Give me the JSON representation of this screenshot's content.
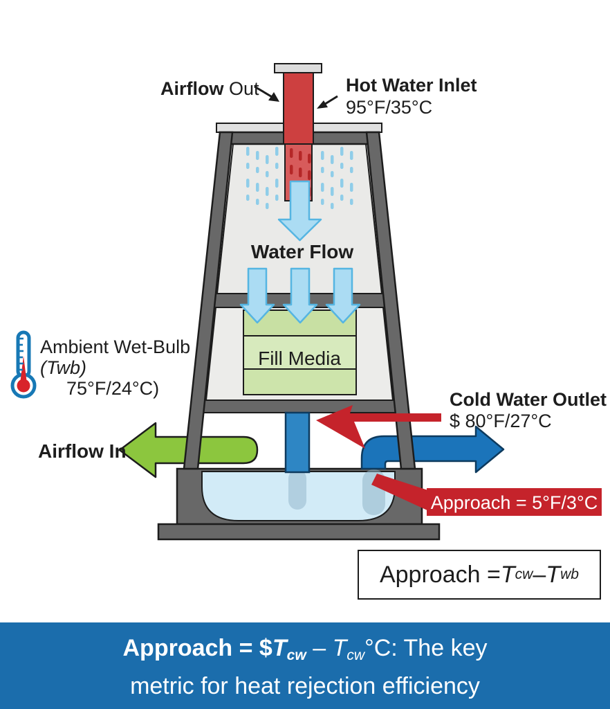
{
  "labels": {
    "airflow_out_bold": "Airflow",
    "airflow_out_rest": " Out",
    "hot_water_title": "Hot Water Inlet",
    "hot_water_value": "95°F/35°C",
    "water_flow": "Water Flow",
    "fill_media": "Fill Media",
    "wet_bulb_line1": "Ambient Wet-Bulb",
    "wet_bulb_line2": "(Twb)",
    "wet_bulb_line3": "75°F/24°C)",
    "airflow_in": "Airflow In",
    "cold_water_title": "Cold Water Outlet",
    "cold_water_value": "$ 80°F/27°C",
    "approach_banner": "Approach = 5°F/3°C"
  },
  "formula": {
    "lhs": "Approach = ",
    "t1": "T",
    "t1_sub": "cw",
    "op": " – ",
    "t2": "T",
    "t2_sub": "wb"
  },
  "footer": {
    "bold_prefix": "Approach = $",
    "t1": "T",
    "t1_sub": "cw",
    "op": " – ",
    "t2": "T",
    "t2_sub": "cw",
    "suffix": "°C: The key",
    "line2": "metric for heat rejection efficiency"
  },
  "icons": {
    "wet_bulb": "thermometer-icon"
  },
  "colors": {
    "frame_gray": "#686868",
    "interior_gray": "#eaeae8",
    "hot_red": "#cd4040",
    "cold_blue": "#1b74ba",
    "drain_blue": "#2e86c4",
    "air_green": "#8cc63e",
    "spray_blue": "#8fcde9",
    "water_arrow_blue": "#abdcf3",
    "fill_green": "#cfe5ad",
    "basin_water": "#d2ebf7",
    "banner_red": "#c5232b",
    "footer_blue": "#1b6dac",
    "thermometer_blue": "#1778b5",
    "thermometer_red": "#d8232a"
  }
}
